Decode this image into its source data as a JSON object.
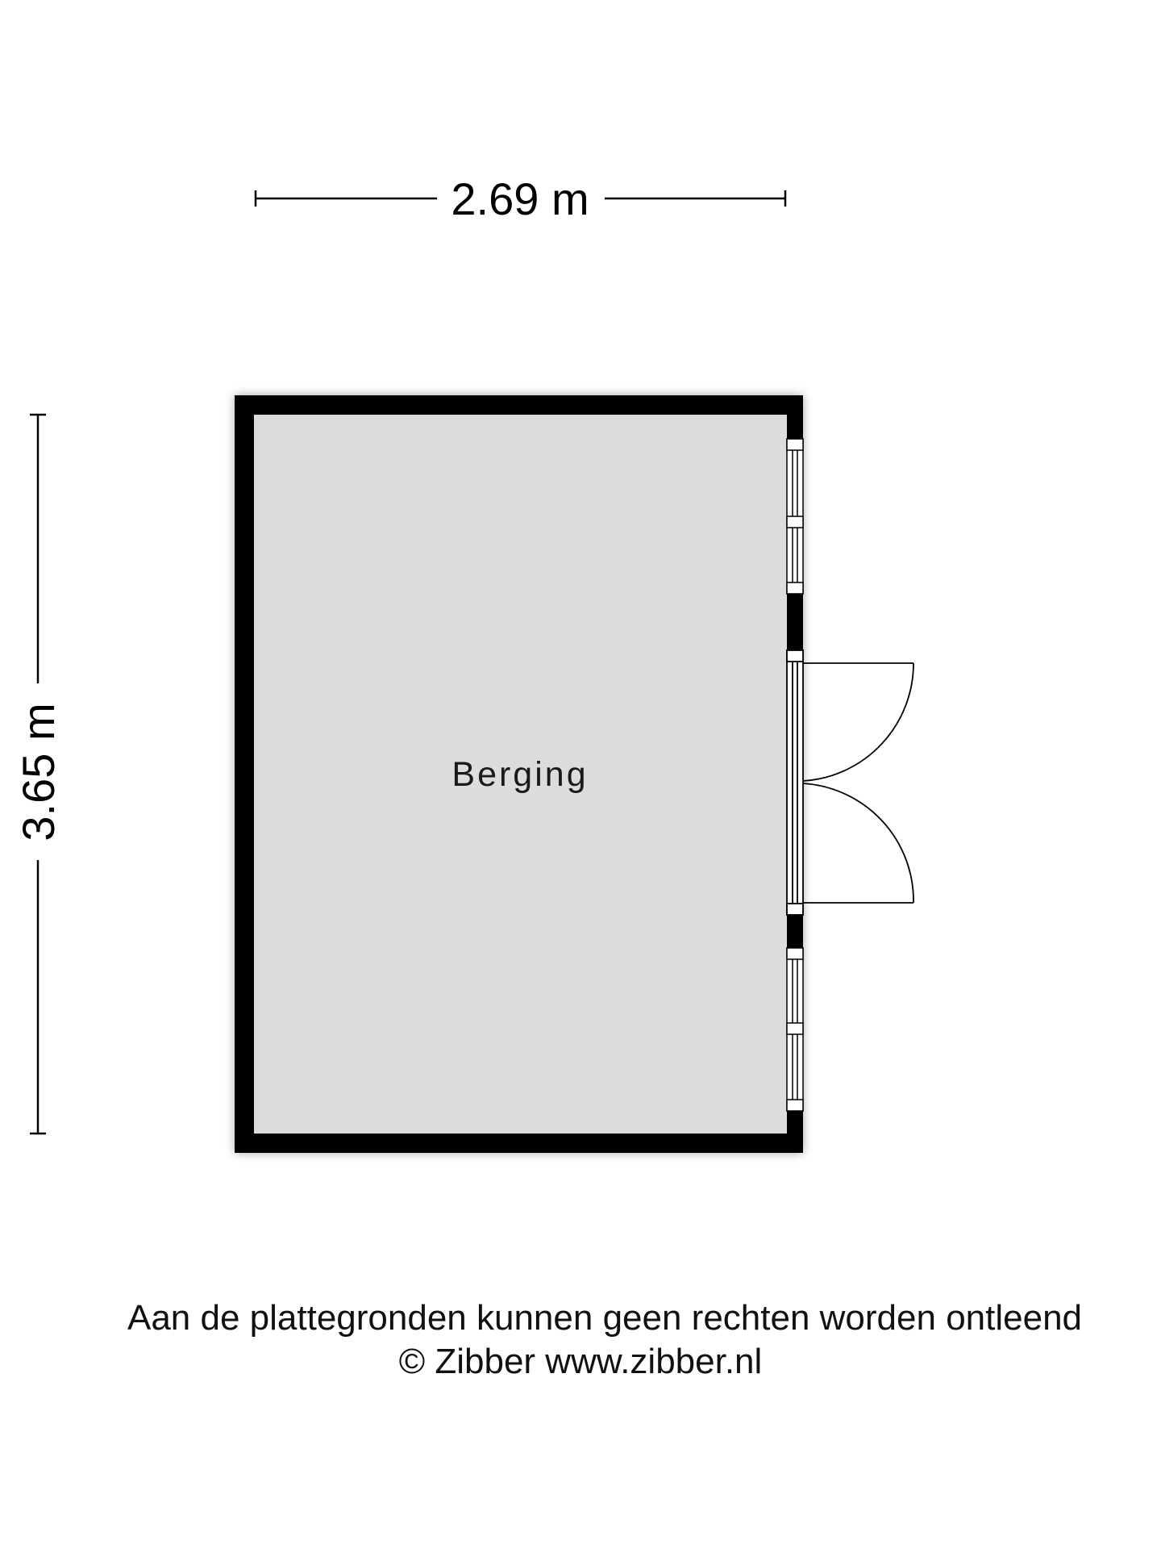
{
  "plan": {
    "width_dimension": "2.69 m",
    "height_dimension": "3.65 m",
    "room_label": "Berging",
    "colors": {
      "wall": "#000000",
      "floor": "#dcdcdc",
      "background": "#ffffff"
    }
  },
  "footer": {
    "disclaimer": "Aan de plattegronden kunnen geen rechten worden ontleend",
    "copyright": "© Zibber www.zibber.nl"
  }
}
